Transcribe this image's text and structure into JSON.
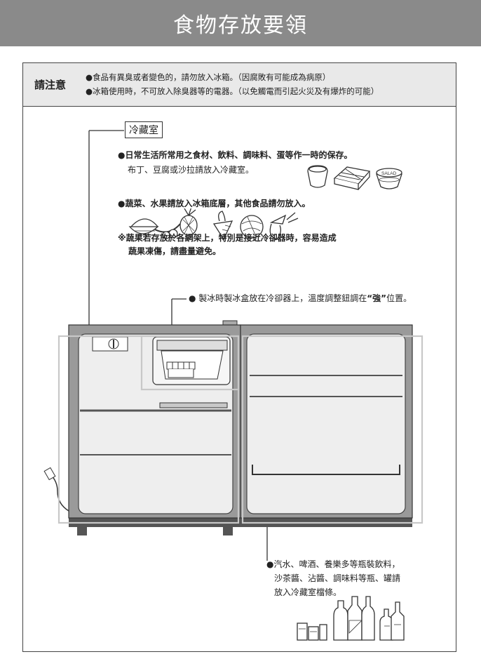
{
  "header": {
    "title": "食物存放要領"
  },
  "notice": {
    "label": "請注意",
    "line1": "●食品有異臭或者變色的，請勿放入冰箱。（因腐敗有可能成為病原）",
    "line2": "●冰箱使用時，不可放入除臭器等的電器。（以免觸電而引起火災及有爆炸的可能）"
  },
  "fridge": {
    "section_label": "冷藏室",
    "item1_line1": "●日常生活所常用之食材、飲料、調味料、蛋等作一時的保存。",
    "item1_line2": "布丁、豆腐或沙拉請放入冷藏室。",
    "salad_label": "SALAD",
    "item2": "●蔬菜、水果請放入冰箱底層，其他食品請勿放入。",
    "note_line1": "※蔬果若存放於各網架上，特別是接近冷卻器時，容易造成",
    "note_line2": "蔬果凍傷，請盡量避免。"
  },
  "ice": {
    "pre": "● 製冰時製冰盒放在冷卻器上，溫度調整鈕調在",
    "emph": "“強”",
    "post": "位置。"
  },
  "door": {
    "line1": "●汽水、啤酒、養樂多等瓶裝飲料，",
    "line2": "沙茶醬、沾醬、調味料等瓶、罐請",
    "line3": "放入冷藏室檔條。"
  }
}
